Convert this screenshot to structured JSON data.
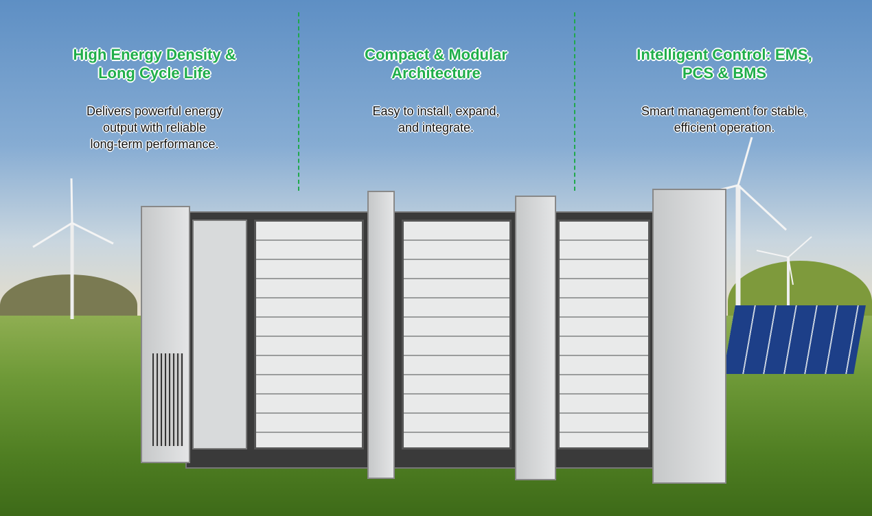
{
  "features": [
    {
      "title_line1": "High Energy Density &",
      "title_line2": "Long Cycle Life",
      "desc_lines": [
        "Delivers powerful energy",
        "output with reliable",
        "long-term performance."
      ]
    },
    {
      "title_line1": "Compact & Modular",
      "title_line2": "Architecture",
      "desc_lines": [
        "Easy to install, expand,",
        "and integrate."
      ]
    },
    {
      "title_line1": "Intelligent Control: EMS,",
      "title_line2": "PCS & BMS",
      "desc_lines": [
        "Smart management for stable,",
        "efficient operation."
      ]
    }
  ],
  "colors": {
    "accent": "#1fae4a",
    "divider": "#1fa84a"
  }
}
